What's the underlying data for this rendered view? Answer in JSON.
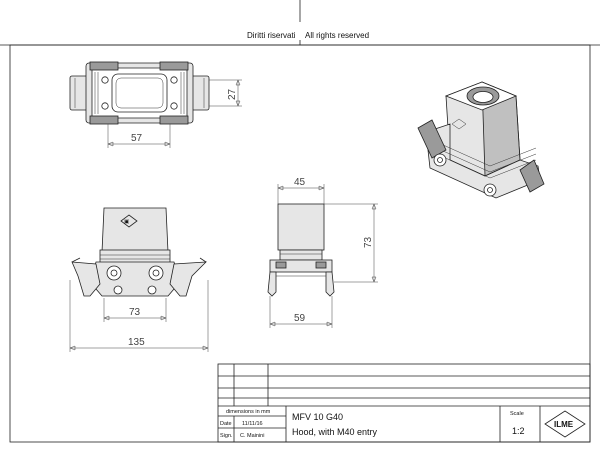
{
  "header": {
    "rights_it": "Diritti riservati",
    "rights_en": "All rights reserved"
  },
  "dimensions": {
    "top_width": "57",
    "top_height": "27",
    "front_inner": "73",
    "front_overall": "135",
    "side_top": "45",
    "side_height": "73",
    "side_base": "59"
  },
  "title_block": {
    "units_label": "dimensions in mm",
    "date_label": "Date",
    "date_value": "11/11/16",
    "sign_label": "Sign.",
    "sign_value": "C. Mainini",
    "product_code": "MFV 10 G40",
    "product_desc": "Hood, with M40 entry",
    "scale_label": "Scale",
    "scale_value": "1:2",
    "logo_text": "ILME"
  }
}
